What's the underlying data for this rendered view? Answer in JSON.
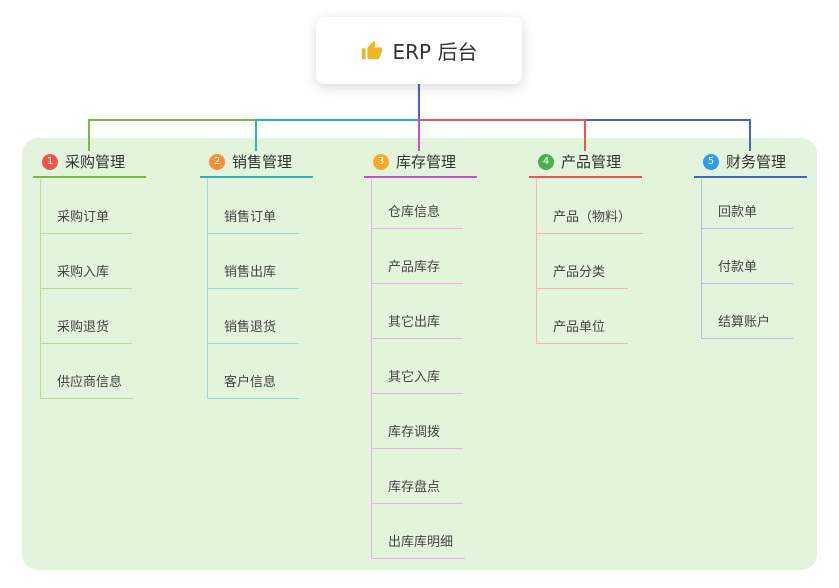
{
  "root": {
    "label": "ERP 后台",
    "icon": "thumbs-up"
  },
  "canvas": {
    "page_bg": "#ffffff",
    "panel_bg": "#e3f4dc"
  },
  "connector": {
    "root_color": "#4a61c5"
  },
  "branches": [
    {
      "num": "1",
      "label": "采购管理",
      "color": "#7cb93f",
      "line_color": "#b9dc95",
      "badge_color": "#f0544f",
      "children": [
        "采购订单",
        "采购入库",
        "采购退货",
        "供应商信息"
      ]
    },
    {
      "num": "2",
      "label": "销售管理",
      "color": "#2ab6ae",
      "line_color": "#9edbd6",
      "badge_color": "#fb8c3c",
      "children": [
        "销售订单",
        "销售出库",
        "销售退货",
        "客户信息"
      ]
    },
    {
      "num": "3",
      "label": "库存管理",
      "color": "#ce4dcf",
      "line_color": "#e7b4e7",
      "badge_color": "#ffa726",
      "children": [
        "仓库信息",
        "产品库存",
        "其它出库",
        "其它入库",
        "库存调拨",
        "库存盘点",
        "出库库明细"
      ]
    },
    {
      "num": "4",
      "label": "产品管理",
      "color": "#ef5350",
      "line_color": "#f5b5b4",
      "badge_color": "#4caf50",
      "children": [
        "产品（物料）",
        "产品分类",
        "产品单位"
      ]
    },
    {
      "num": "5",
      "label": "财务管理",
      "color": "#4a61c5",
      "line_color": "#b2bfe7",
      "badge_color": "#2d9cf4",
      "children": [
        "回款单",
        "付款单",
        "结算账户"
      ]
    }
  ]
}
